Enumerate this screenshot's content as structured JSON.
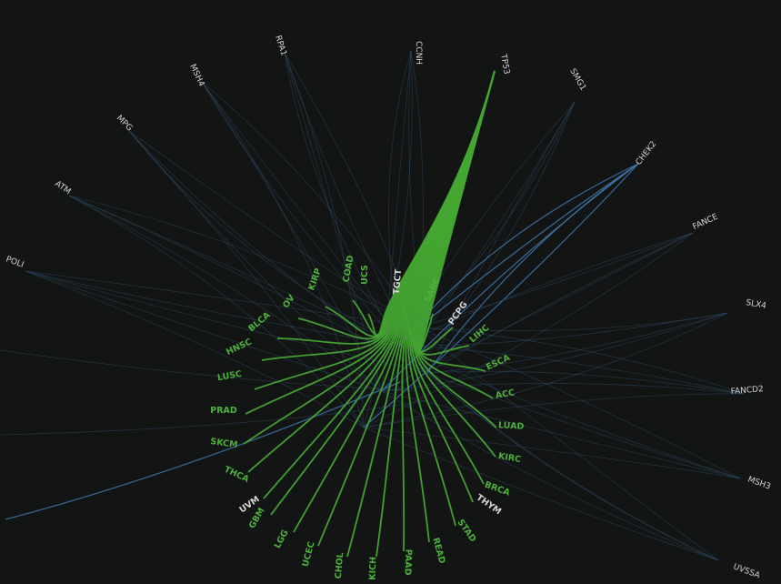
{
  "colors": {
    "background": "#131414",
    "highlight": "#44a632",
    "edge": "#2d4b63",
    "edge_bright": "#3f79b0",
    "gene_text": "#d6d6d6",
    "cancer_text": "#4cb23a",
    "cancer_text_dim": "#d6d6d6"
  },
  "highlighted_gene": "TP53",
  "genes": [
    "CCNH",
    "TP53",
    "SMG1",
    "CHEK2",
    "FANCE",
    "SLX4",
    "FANCD2",
    "MSH3",
    "UVSSA",
    "MSH4",
    "RPA1",
    "MPG",
    "ATM",
    "POLI"
  ],
  "cancer_types": [
    "UCS",
    "COAD",
    "KIRP",
    "OV",
    "BLCA",
    "HNSC",
    "LUSC",
    "PRAD",
    "SKCM",
    "THCA",
    "UVM",
    "GBM",
    "LGG",
    "UCEC",
    "CHOL",
    "KICH",
    "PAAD",
    "READ",
    "STAD",
    "THYM",
    "BRCA",
    "KIRC",
    "LUAD",
    "ACC",
    "ESCA",
    "LIHC",
    "PCPG",
    "SARC",
    "TGCT"
  ],
  "dim_cancer_types": [
    "UVM",
    "THYM",
    "PCPG",
    "TGCT"
  ]
}
